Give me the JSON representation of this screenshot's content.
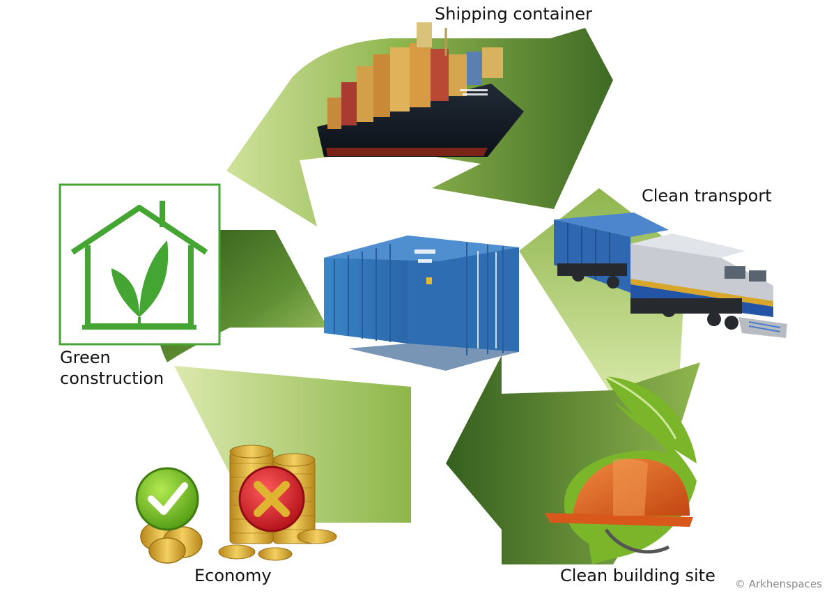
{
  "diagram": {
    "labels": {
      "shipping_container": "Shipping container",
      "clean_transport": "Clean transport",
      "green_construction": "Green\nconstruction",
      "economy": "Economy",
      "clean_building_site": "Clean building site"
    },
    "copyright": "© Arkhenspaces",
    "icons": {
      "center": "shipping-container-icon",
      "ship": "cargo-ship-icon",
      "train": "locomotive-icon",
      "house": "green-house-icon",
      "coins": "coins-icon",
      "helmet": "hard-hat-icon"
    },
    "colors": {
      "arrow_dark": "#3f6a25",
      "arrow_mid": "#7aa640",
      "arrow_light": "#cfe29a",
      "house_green": "#44a533",
      "container_blue": "#2e6db2",
      "helmet_orange": "#e0601e",
      "check_green": "#7cc21f",
      "cross_red": "#d8252c",
      "coin_gold": "#e0b330"
    }
  }
}
